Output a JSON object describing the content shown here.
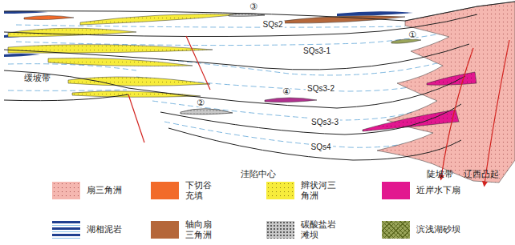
{
  "diagram": {
    "labels": [
      "SQs2",
      "SQs3-1",
      "SQs3-2",
      "SQs3-3",
      "SQs4",
      "缓坡带",
      "洼陷中心",
      "陡坡带",
      "辽西凸起",
      "①",
      "②",
      "③",
      "④"
    ],
    "legend": [
      {
        "text": "扇三角洲",
        "color": "#f5b7b0"
      },
      {
        "text": "下切谷充填",
        "color": "#f26b2a"
      },
      {
        "text": "辫状河三角洲",
        "color": "#f7ec3b"
      },
      {
        "text": "近岸水下扇",
        "color": "#e2178f"
      },
      {
        "text": "湖相泥岩",
        "color": "#1f3f8f"
      },
      {
        "text": "轴向扇三角洲",
        "color": "#b5673a"
      },
      {
        "text": "碳酸盐岩滩坝",
        "color": "#c9c9c9"
      },
      {
        "text": "滨浅湖砂坝",
        "color": "#9aa55a"
      }
    ]
  }
}
